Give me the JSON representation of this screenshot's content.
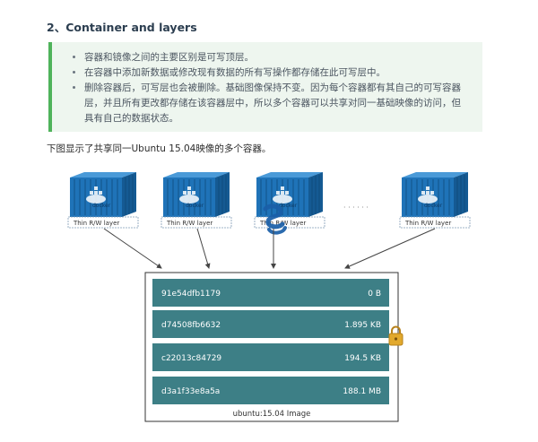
{
  "section": {
    "title": "2、Container and layers"
  },
  "notes": [
    "容器和镜像之间的主要区别是可写顶层。",
    "在容器中添加新数据或修改现有数据的所有写操作都存储在此可写层中。",
    "删除容器后，可写层也会被删除。基础图像保持不变。因为每个容器都有其自己的可写容器层，并且所有更改都存储在该容器层中，所以多个容器可以共享对同一基础映像的访问，但具有自己的数据状态。"
  ],
  "caption": "下图显示了共享同一Ubuntu 15.04映像的多个容器。",
  "diagram": {
    "containers": [
      {
        "layer_label": "Thin R/W layer",
        "logo_text": "docker"
      },
      {
        "layer_label": "Thin R/W layer",
        "logo_text": "docker"
      },
      {
        "layer_label": "Thin R/W layer",
        "logo_text": "docker"
      },
      {
        "layer_label": "Thin R/W layer",
        "logo_text": "docker"
      }
    ],
    "ellipsis": "· · · · · ·",
    "image_layers": [
      {
        "id": "91e54dfb1179",
        "size": "0 B"
      },
      {
        "id": "d74508fb6632",
        "size": "1.895 KB"
      },
      {
        "id": "c22013c84729",
        "size": "194.5 KB"
      },
      {
        "id": "d3a1f33e8a5a",
        "size": "188.1 MB"
      }
    ],
    "image_label": "ubuntu:15.04 Image",
    "icons": [
      "docker-container-icon",
      "lock-icon",
      "watermark-logo-icon"
    ],
    "colors": {
      "layer_bar": "#3d7f86",
      "container_blue": "#1f73b8",
      "accent_green": "#4fb35b",
      "lock": "#e2a92d"
    }
  }
}
